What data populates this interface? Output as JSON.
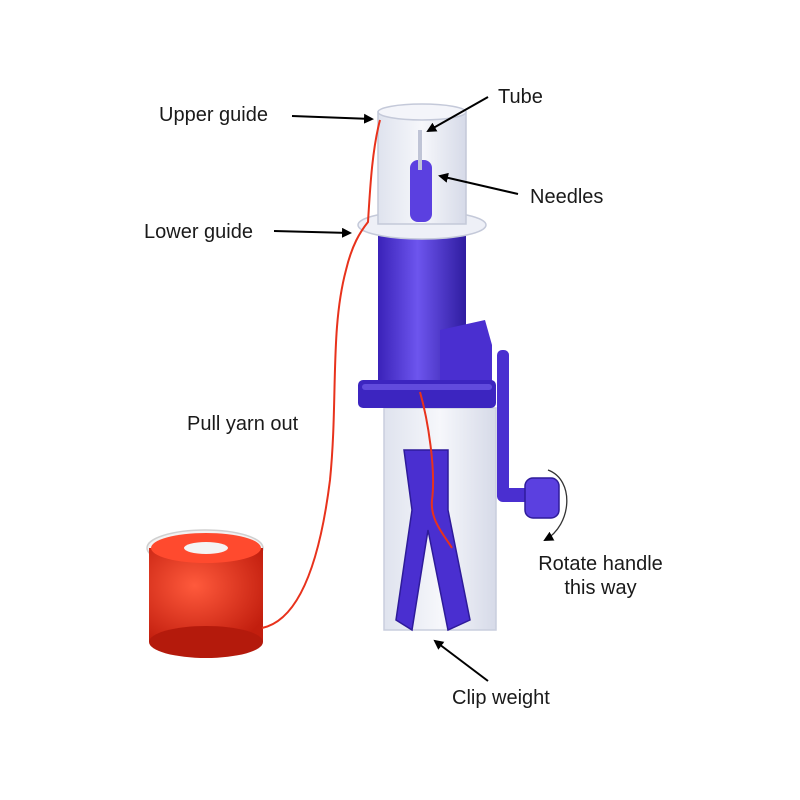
{
  "labels": {
    "upper_guide": "Upper guide",
    "tube": "Tube",
    "needles": "Needles",
    "lower_guide": "Lower guide",
    "pull_yarn_out": "Pull yarn out",
    "rotate_handle_line1": "Rotate handle",
    "rotate_handle_line2": "this way",
    "clip_weight": "Clip weight"
  },
  "colors": {
    "machine": "#4a2fd0",
    "machine_dark": "#2e1b9a",
    "yarn": "#e8321c",
    "clear_plastic": "#e9ecf4",
    "text": "#1a1a1a",
    "arrow": "#000000"
  }
}
